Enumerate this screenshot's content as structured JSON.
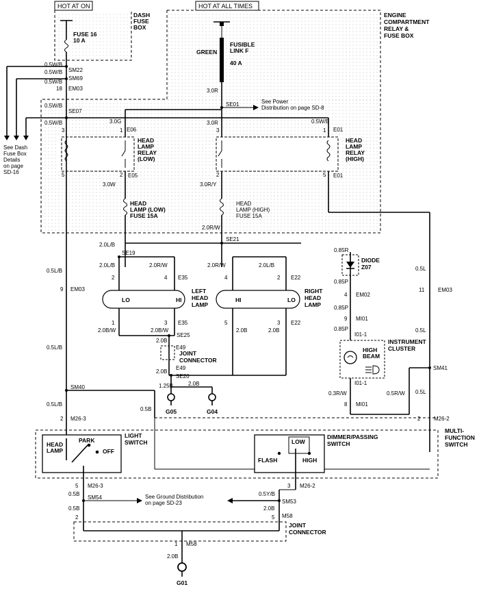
{
  "header": {
    "hot_at_on": "HOT AT ON",
    "hot_at_all_times": "HOT AT ALL TIMES"
  },
  "boxes": {
    "dash_fuse_box": "DASH FUSE BOX",
    "engine_compartment": "ENGINE COMPARTMENT RELAY & FUSE BOX",
    "multi_function_switch": "MULTI- FUNCTION SWITCH",
    "joint_connector_top": "JOINT CONNECTOR",
    "joint_connector_bottom": "JOINT CONNECTOR",
    "instrument_cluster": "INSTRUMENT CLUSTER"
  },
  "fuses": {
    "fuse_16": "FUSE 16",
    "fuse_16_amps": "10 A",
    "fusible_link": "FUSIBLE LINK F",
    "fusible_link_amps": "40 A",
    "fusible_link_color": "GREEN",
    "lamp_low": "HEAD LAMP (LOW) FUSE 15A",
    "lamp_high": "HEAD LAMP (HIGH) FUSE 15A"
  },
  "components": {
    "relay_low": "HEAD LAMP RELAY (LOW)",
    "relay_high": "HEAD LAMP RELAY (HIGH)",
    "left_head_lamp": "LEFT HEAD LAMP",
    "right_head_lamp": "RIGHT HEAD LAMP",
    "lo": "LO",
    "hi": "HI",
    "diode": "DIODE Z07",
    "high_beam": "HIGH BEAM",
    "light_switch": "LIGHT SWITCH",
    "dimmer_switch": "DIMMER/PASSING SWITCH",
    "head_lamp": "HEAD LAMP",
    "park": "PARK",
    "off": "OFF",
    "flash": "FLASH",
    "low": "LOW",
    "high": "HIGH"
  },
  "notes": {
    "see_power": "See Power Distribution on page SD-8",
    "see_dash": "See Dash Fuse Box Details on page SD-16",
    "see_ground": "See Ground Distribution on page SD-23"
  },
  "connectors": {
    "sm22": "SM22",
    "sm69": "SM69",
    "em03a": "EM03",
    "se07": "SE07",
    "se01": "SE01",
    "e06": "E06",
    "e01": "E01",
    "e05": "E05",
    "se21": "SE21",
    "se19": "SE19",
    "e35": "E35",
    "e22": "E22",
    "e35b": "E35",
    "e22b": "E22",
    "se25": "SE25",
    "e49": "E49",
    "e49b": "E49",
    "se20": "SE20",
    "em03b": "EM03",
    "em03c": "EM03",
    "sm40": "SM40",
    "m26_3": "M26-3",
    "m26_3b": "M26-3",
    "m26_2": "M26-2",
    "m26_2b": "M26-2",
    "sm54": "SM54",
    "sm53": "SM53",
    "m58": "M58",
    "m58b": "M58",
    "em02": "EM02",
    "mi01": "MI01",
    "i01_1": "I01-1",
    "i01_1b": "I01-1",
    "mi01b": "MI01",
    "sm41": "SM41",
    "e01b": "E01",
    "g05": "G05",
    "g04": "G04",
    "g01": "G01"
  },
  "wires": {
    "w05wb1": "0.5W/B",
    "w05wb2": "0.5W/B",
    "w05wb3": "0.5W/B",
    "w05wb4": "0.5W/B",
    "w05wb5": "0.5W/B",
    "w05wb6": "0.5W/B",
    "w30r": "3.0R",
    "w30ra": "3.0R",
    "w30g": "3.0G",
    "w30w": "3.0W",
    "w30ry": "3.0R/Y",
    "w20rw": "2.0R/W",
    "w20lb": "2.0L/B",
    "w20lb2": "2.0L/B",
    "w20rw2": "2.0R/W",
    "w20rw3": "2.0R/W",
    "w20lb3": "2.0L/B",
    "w20bw": "2.0B/W",
    "w20bw2": "2.0B/W",
    "w20b": "2.0B",
    "w20b2": "2.0B",
    "w20b3": "2.0B",
    "w20b4": "2.0B",
    "w20b5": "2.0B",
    "w125b": "1.25B",
    "w20b6": "2.0B",
    "w05lb": "0.5L/B",
    "w05lb2": "0.5L/B",
    "w05lb3": "0.5L/B",
    "w05b": "0.5B",
    "w05b2": "0.5B",
    "w05b3": "0.5B",
    "w05yb": "0.5Y/B",
    "w20b7": "2.0B",
    "w20b8": "2.0B",
    "w085r": "0.85R",
    "w085p": "0.85P",
    "w085p2": "0.85P",
    "w085p3": "0.85P",
    "w03rw": "0.3R/W",
    "w05rw": "0.5R/W",
    "w05l": "0.5L",
    "w05l2": "0.5L",
    "w05l3": "0.5L",
    "n18": "18",
    "n9": "9",
    "n11": "11"
  }
}
